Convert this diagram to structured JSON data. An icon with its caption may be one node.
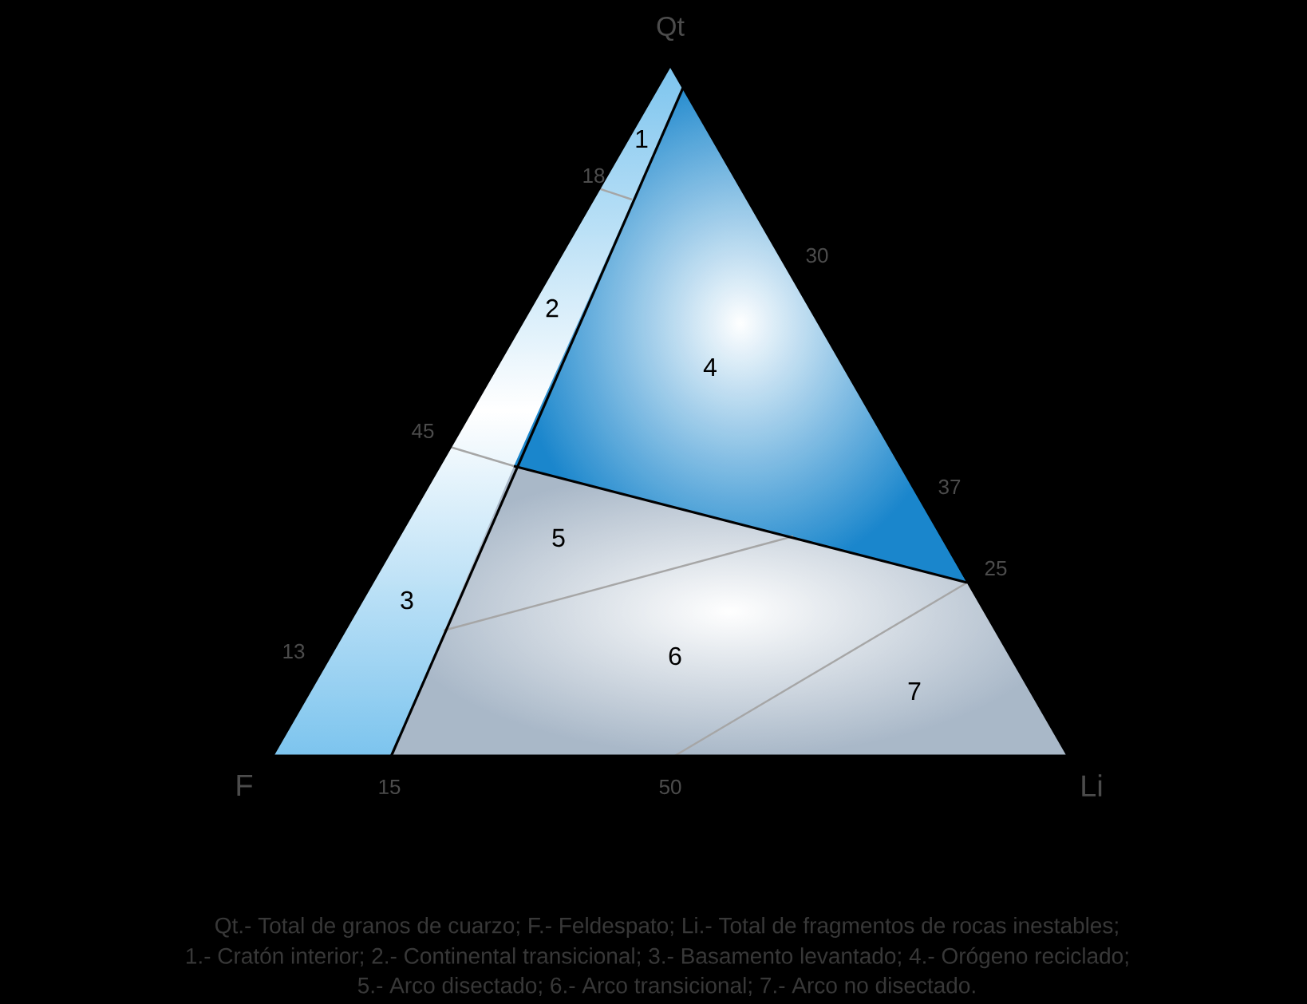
{
  "diagram": {
    "labels": [
      "Qt",
      "1",
      "18",
      "2",
      "30",
      "4",
      "45",
      "37",
      "5",
      "25",
      "3",
      "13",
      "6",
      "7",
      "F",
      "15",
      "50",
      "Li",
      "Qt.- Total de granos de cuarzo; F.- Feldespato; Li.- Total de fragmentos de rocas inestables;",
      "1.- Cratón interior; 2.- Continental transicional; 3.- Basamento levantado; 4.- Orógeno reciclado;",
      "5.- Arco disectado; 6.- Arco transicional; 7.- Arco no disectado."
    ]
  }
}
